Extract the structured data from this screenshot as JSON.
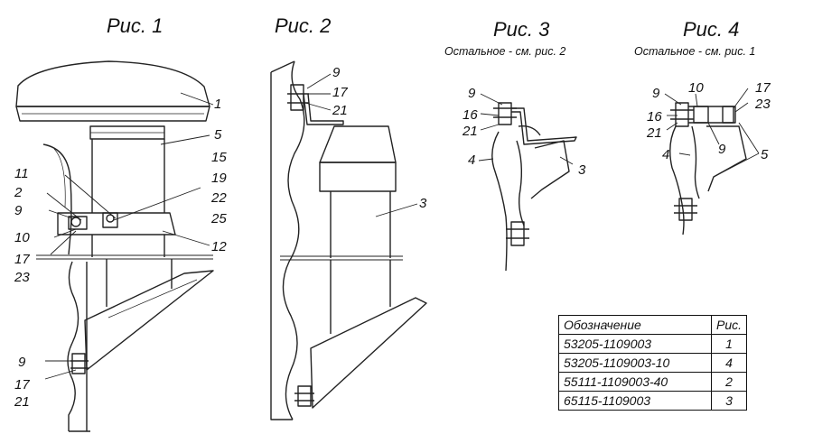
{
  "figures": [
    {
      "title": "Рис. 1"
    },
    {
      "title": "Рис. 2"
    },
    {
      "title": "Рис. 3",
      "note": "Остальное - см. рис. 2"
    },
    {
      "title": "Рис. 4",
      "note": "Остальное - см. рис. 1"
    }
  ],
  "callouts": {
    "fig1": [
      "1",
      "5",
      "15",
      "19",
      "22",
      "25",
      "12",
      "11",
      "2",
      "9",
      "10",
      "17",
      "23",
      "9",
      "17",
      "21"
    ],
    "fig2": [
      "9",
      "17",
      "21",
      "3"
    ],
    "fig3": [
      "9",
      "16",
      "21",
      "4",
      "3"
    ],
    "fig4": [
      "9",
      "10",
      "17",
      "23",
      "16",
      "21",
      "9",
      "4",
      "5"
    ]
  },
  "legend": {
    "headers": [
      "Обозначение",
      "Рис."
    ],
    "rows": [
      [
        "53205-1109003",
        "1"
      ],
      [
        "53205-1109003-10",
        "4"
      ],
      [
        "55111-1109003-40",
        "2"
      ],
      [
        "65115-1109003",
        "3"
      ]
    ]
  }
}
